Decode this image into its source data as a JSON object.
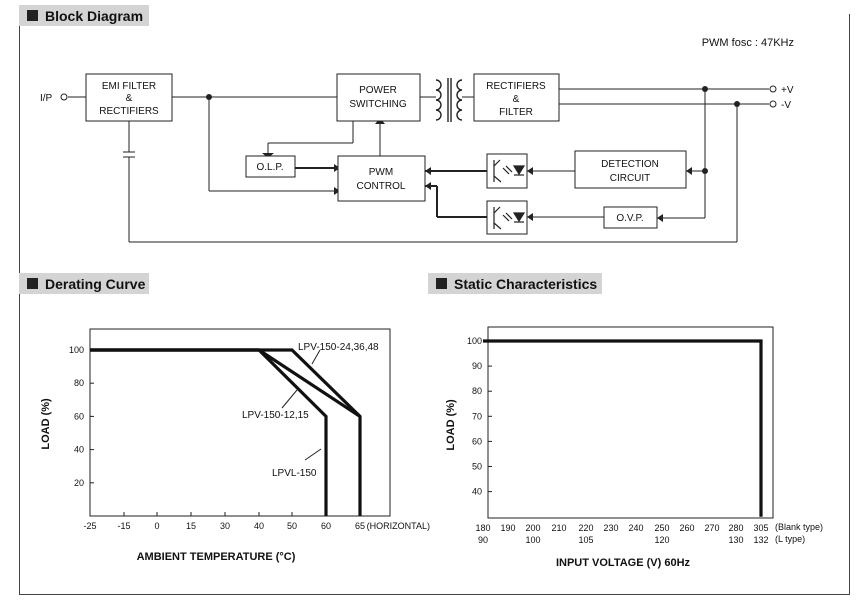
{
  "block_diagram": {
    "title": "Block Diagram",
    "pwm_note": "PWM fosc : 47KHz",
    "input_label": "I/P",
    "output_pos": "+V",
    "output_neg": "-V",
    "emi_line1": "EMI FILTER",
    "emi_line2": "&",
    "emi_line3": "RECTIFIERS",
    "power_line1": "POWER",
    "power_line2": "SWITCHING",
    "rect_line1": "RECTIFIERS",
    "rect_line2": "&",
    "rect_line3": "FILTER",
    "olp": "O.L.P.",
    "pwm_line1": "PWM",
    "pwm_line2": "CONTROL",
    "detect_line1": "DETECTION",
    "detect_line2": "CIRCUIT",
    "ovp": "O.V.P."
  },
  "derating": {
    "title": "Derating Curve",
    "ylabel": "LOAD (%)",
    "xlabel": "AMBIENT TEMPERATURE (°C)",
    "x_extra": "(HORIZONTAL)",
    "xticks": [
      "-25",
      "-15",
      "0",
      "15",
      "30",
      "40",
      "50",
      "60",
      "65"
    ],
    "yticks": [
      "100",
      "80",
      "60",
      "40",
      "20"
    ],
    "labels": {
      "a": "LPV-150-24,36,48",
      "b": "LPV-150-12,15",
      "c": "LPVL-150"
    }
  },
  "static": {
    "title": "Static Characteristics",
    "ylabel": "LOAD (%)",
    "xlabel": "INPUT VOLTAGE (V) 60Hz",
    "xticks_top": [
      "180",
      "190",
      "200",
      "210",
      "220",
      "230",
      "240",
      "250",
      "260",
      "270",
      "280",
      "305"
    ],
    "xticks_bottom": [
      "90",
      "100",
      "105",
      "120",
      "130",
      "132"
    ],
    "blank_type": "(Blank type)",
    "l_type": "(L type)",
    "yticks": [
      "100",
      "90",
      "80",
      "70",
      "60",
      "50",
      "40"
    ]
  },
  "chart_data": [
    {
      "type": "line",
      "title": "Derating Curve",
      "xlabel": "AMBIENT TEMPERATURE (°C)",
      "ylabel": "LOAD (%)",
      "xlim": [
        -25,
        65
      ],
      "ylim": [
        0,
        110
      ],
      "series": [
        {
          "name": "LPV-150-24,36,48",
          "x": [
            -25,
            50,
            65,
            65
          ],
          "y": [
            100,
            100,
            60,
            0
          ]
        },
        {
          "name": "LPV-150-12,15",
          "x": [
            -25,
            40,
            65
          ],
          "y": [
            100,
            100,
            60
          ]
        },
        {
          "name": "LPVL-150",
          "x": [
            -25,
            40,
            60,
            60
          ],
          "y": [
            100,
            100,
            60,
            0
          ]
        }
      ]
    },
    {
      "type": "line",
      "title": "Static Characteristics",
      "xlabel": "INPUT VOLTAGE (V) 60Hz",
      "ylabel": "LOAD (%)",
      "xlim": [
        180,
        305
      ],
      "ylim": [
        30,
        105
      ],
      "series": [
        {
          "x": [
            180,
            305,
            305
          ],
          "y": [
            100,
            100,
            30
          ]
        }
      ]
    }
  ]
}
